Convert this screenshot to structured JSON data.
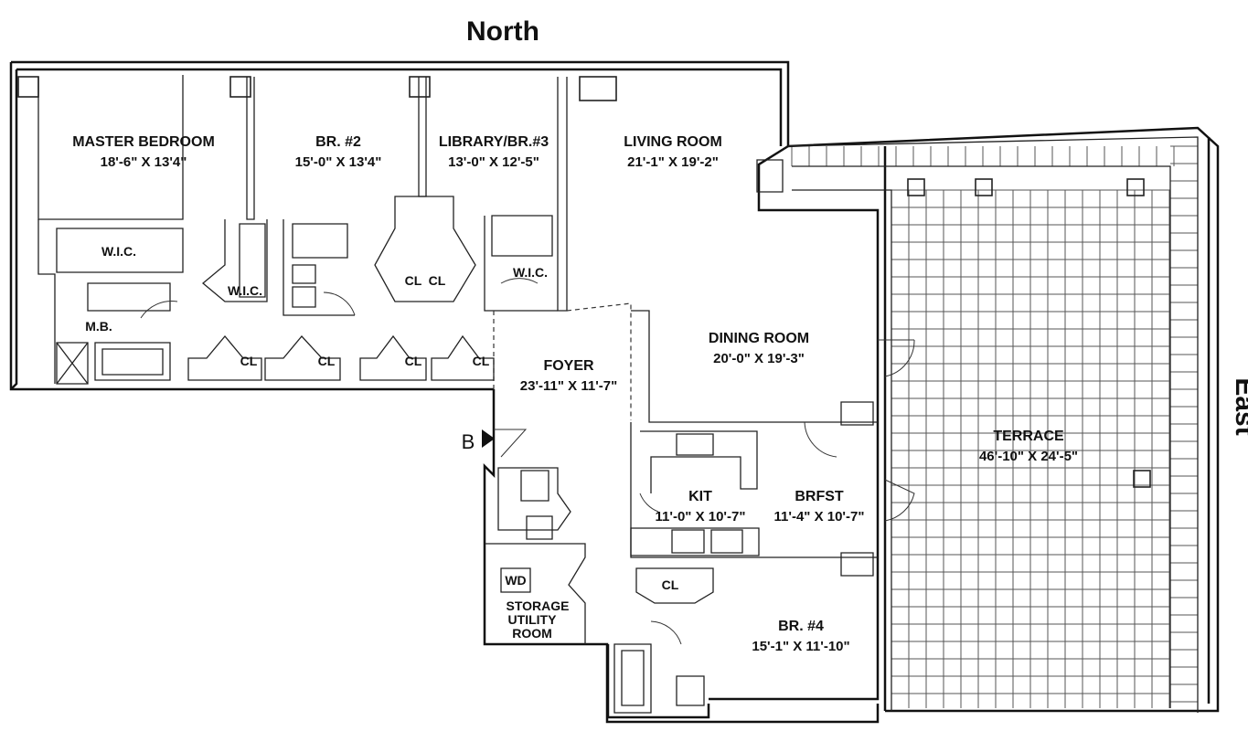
{
  "compass": {
    "north": "North",
    "east": "East"
  },
  "rooms": {
    "master_bedroom": {
      "name": "MASTER BEDROOM",
      "dim": "18'-6\" X 13'4\""
    },
    "br2": {
      "name": "BR. #2",
      "dim": "15'-0\" X 13'4\""
    },
    "library": {
      "name": "LIBRARY/BR.#3",
      "dim": "13'-0\" X 12'-5\""
    },
    "living": {
      "name": "LIVING ROOM",
      "dim": "21'-1\" X 19'-2\""
    },
    "dining": {
      "name": "DINING ROOM",
      "dim": "20'-0\" X 19'-3\""
    },
    "foyer": {
      "name": "FOYER",
      "dim": "23'-11\" X 11'-7\""
    },
    "terrace": {
      "name": "TERRACE",
      "dim": "46'-10\" X 24'-5\""
    },
    "kit": {
      "name": "KIT",
      "dim": "11'-0\" X 10'-7\""
    },
    "brfst": {
      "name": "BRFST",
      "dim": "11'-4\" X 10'-7\""
    },
    "br4": {
      "name": "BR. #4",
      "dim": "15'-1\" X 11'-10\""
    },
    "storage": {
      "l1": "STORAGE",
      "l2": "UTILITY",
      "l3": "ROOM"
    }
  },
  "labels": {
    "wic": "W.I.C.",
    "mb": "M.B.",
    "cl": "CL",
    "wd": "WD",
    "entry_mark": "B"
  }
}
